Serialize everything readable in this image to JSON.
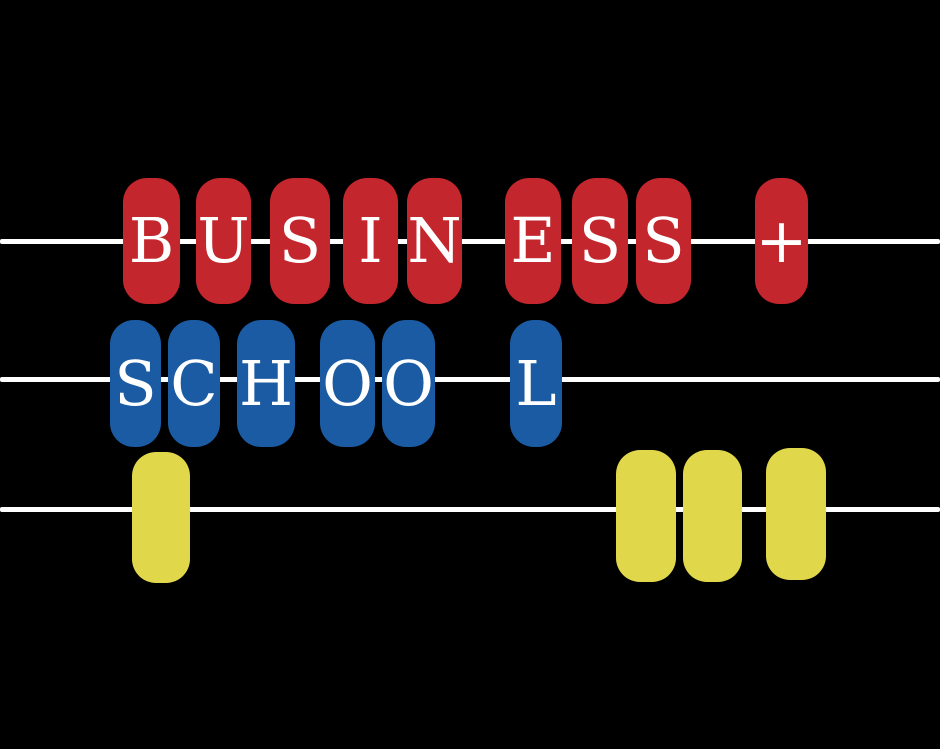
{
  "colors": {
    "red": "#c3262c",
    "blue": "#1b5ba3",
    "yellow": "#e1d74b",
    "wire": "#ffffff",
    "background": "#000000"
  },
  "rows": [
    {
      "name": "top",
      "letters": [
        "B",
        "U",
        "S",
        "I",
        "N",
        "E",
        "S",
        "S",
        "+"
      ]
    },
    {
      "name": "middle",
      "letters": [
        "S",
        "C",
        "H",
        "O",
        "O",
        "L"
      ]
    },
    {
      "name": "bottom",
      "letters": [
        "",
        "",
        "",
        ""
      ]
    }
  ]
}
